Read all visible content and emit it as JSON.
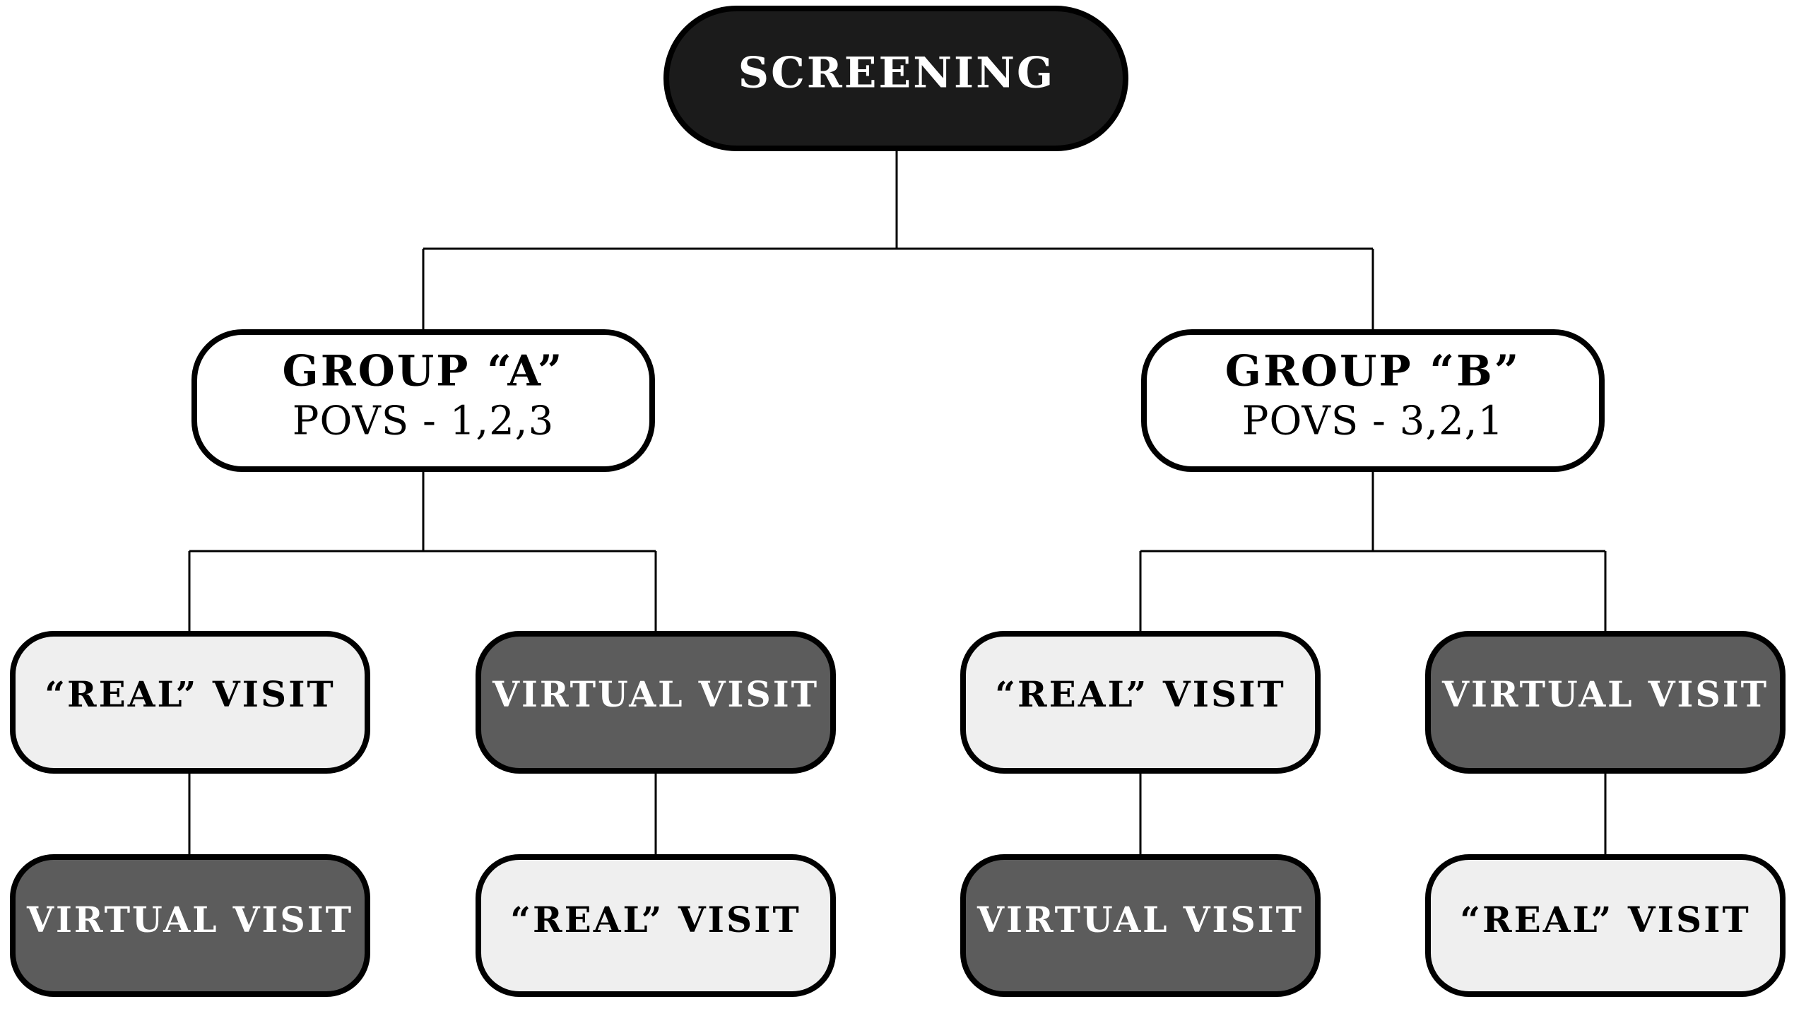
{
  "root": {
    "label": "SCREENING"
  },
  "groups": [
    {
      "title": "GROUP “A”",
      "subtitle": "POVS - 1,2,3",
      "visits": [
        {
          "first": "“REAL” VISIT",
          "second": "VIRTUAL VISIT"
        },
        {
          "first": "VIRTUAL VISIT",
          "second": "“REAL” VISIT"
        }
      ]
    },
    {
      "title": "GROUP “B”",
      "subtitle": "POVS - 3,2,1",
      "visits": [
        {
          "first": "“REAL” VISIT",
          "second": "VIRTUAL VISIT"
        },
        {
          "first": "VIRTUAL VISIT",
          "second": "“REAL” VISIT"
        }
      ]
    }
  ],
  "colors": {
    "root_fill": "#1b1b1b",
    "real_visit_fill": "#efefef",
    "virtual_visit_fill": "#5c5c5c",
    "group_fill": "#ffffff"
  }
}
